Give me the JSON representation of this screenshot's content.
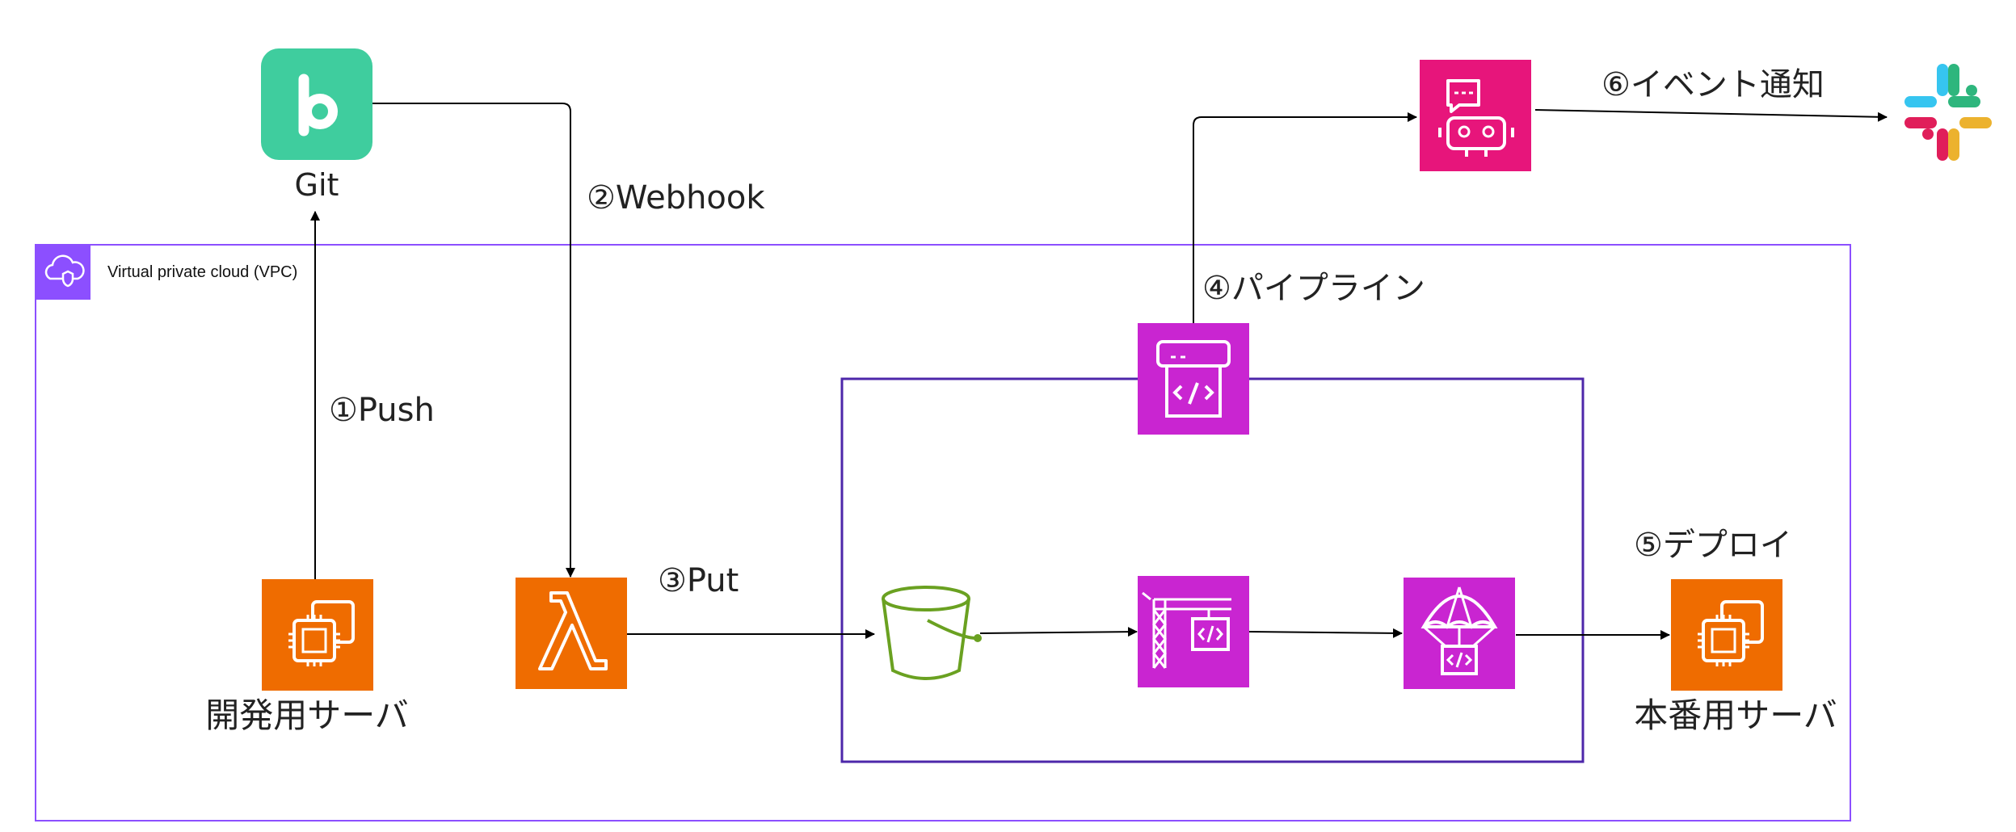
{
  "diagram": {
    "vpc": {
      "label": "Virtual private cloud (VPC)"
    },
    "nodes": {
      "git": {
        "label": "Git",
        "icon": "git-icon",
        "color": "#3fcd9e"
      },
      "dev_server": {
        "label": "開発用サーバ",
        "icon": "ec2-icon",
        "color": "#ef6c00"
      },
      "lambda": {
        "label": "",
        "icon": "lambda-icon",
        "color": "#ef6c00"
      },
      "s3": {
        "label": "",
        "icon": "s3-bucket-icon",
        "color": "#6aa121"
      },
      "codepipeline": {
        "label": "",
        "icon": "codepipeline-icon",
        "color": "#c925d1"
      },
      "codebuild": {
        "label": "",
        "icon": "codebuild-icon",
        "color": "#c925d1"
      },
      "codedeploy": {
        "label": "",
        "icon": "codedeploy-icon",
        "color": "#c925d1"
      },
      "prod_server": {
        "label": "本番用サーバ",
        "icon": "ec2-icon",
        "color": "#ef6c00"
      },
      "chatbot": {
        "label": "",
        "icon": "chatbot-icon",
        "color": "#e7157b"
      },
      "slack": {
        "label": "",
        "icon": "slack-icon"
      }
    },
    "steps": {
      "push": "①Push",
      "webhook": "②Webhook",
      "put": "③Put",
      "pipeline": "④パイプライン",
      "deploy": "⑤デプロイ",
      "notify": "⑥イベント通知"
    },
    "colors": {
      "vpc_border": "#8c4fff",
      "pipeline_box": "#4d27aa",
      "arrow": "#000000"
    }
  }
}
